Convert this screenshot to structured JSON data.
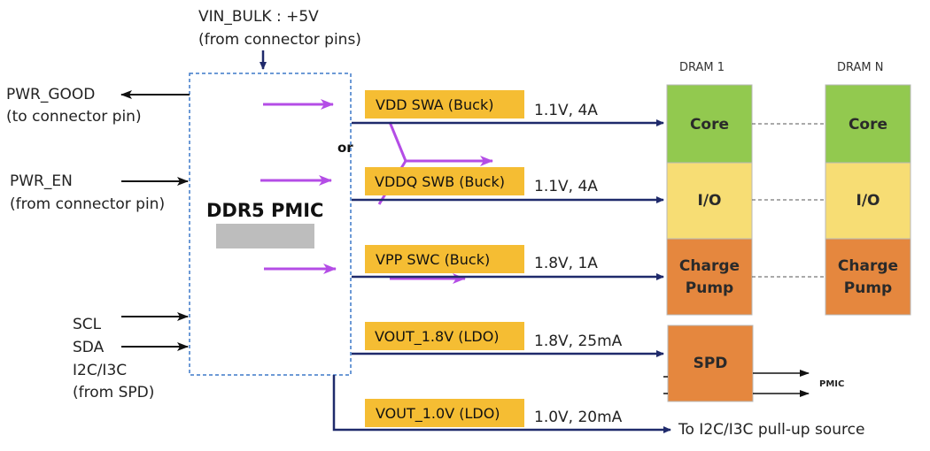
{
  "supply": {
    "line1": "VIN_BULK : +5V",
    "line2": "(from connector pins)"
  },
  "inputs": {
    "pwr_good": {
      "name": "PWR_GOOD",
      "note": "(to connector pin)"
    },
    "pwr_en": {
      "name": "PWR_EN",
      "note": "(from connector pin)"
    },
    "bus": {
      "scl": "SCL",
      "sda": "SDA",
      "proto": "I2C/I3C",
      "note": "(from SPD)"
    }
  },
  "pmic": {
    "title": "DDR5 PMIC",
    "or_label": "or"
  },
  "rails": [
    {
      "label": "VDD SWA (Buck)",
      "spec": "1.1V, 4A"
    },
    {
      "label": "VDDQ SWB (Buck)",
      "spec": "1.1V, 4A"
    },
    {
      "label": "VPP SWC (Buck)",
      "spec": "1.8V, 1A"
    },
    {
      "label": "VOUT_1.8V (LDO)",
      "spec": "1.8V, 25mA"
    },
    {
      "label": "VOUT_1.0V (LDO)",
      "spec": "1.0V, 20mA"
    }
  ],
  "dram": {
    "col1_header": "DRAM 1",
    "colN_header": "DRAM N",
    "blocks": [
      {
        "label": "Core",
        "color": "#92c94f"
      },
      {
        "label": "I/O",
        "color": "#f7dd74"
      },
      {
        "label_line1": "Charge",
        "label_line2": "Pump",
        "color": "#e5873e"
      }
    ]
  },
  "spd": {
    "label": "SPD",
    "color": "#e5873e",
    "out_label": "PMIC"
  },
  "pullup": {
    "label": "To I2C/I3C pull-up source"
  },
  "colors": {
    "wire": "#1f2a6b",
    "rail_box": "#f5bd33",
    "arrow_purple": "#b44de6",
    "pmic_border": "#3d78c9"
  }
}
